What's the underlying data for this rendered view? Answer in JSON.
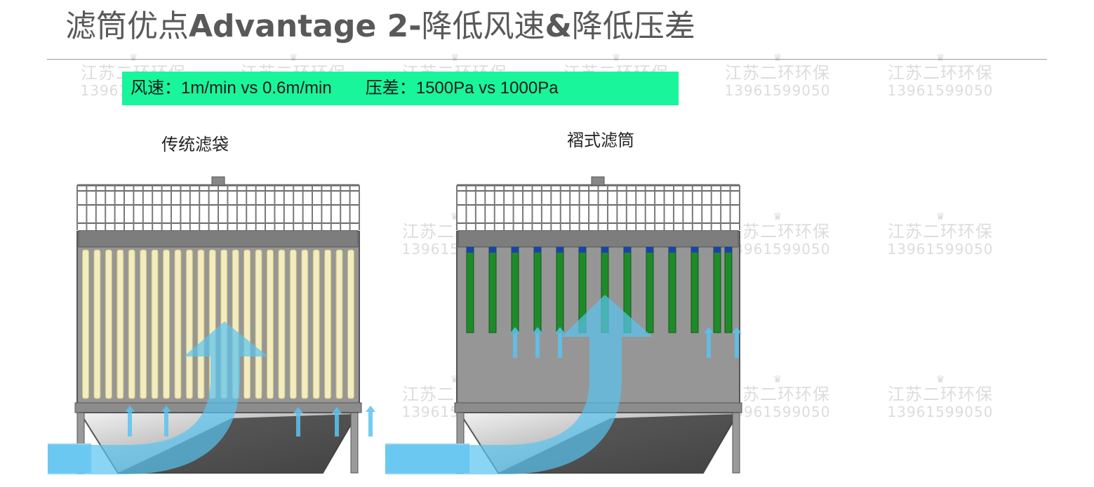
{
  "title": {
    "prefix": "滤筒优点",
    "bold": "Advantage 2-",
    "suffix": "降低风速",
    "amp": "&",
    "suffix2": "降低压差"
  },
  "banner": {
    "wind": "风速：1m/min vs 0.6m/min",
    "pressure": "压差：1500Pa vs 1000Pa",
    "color": "#19f59a"
  },
  "labels": {
    "left": "传统滤袋",
    "right": "褶式滤筒"
  },
  "watermark": {
    "name": "江苏二环环保",
    "phone": "13961599050",
    "icon": "crown-icon"
  },
  "colors": {
    "bag": "#f3ecbe",
    "cartridge": "#1f8a2a",
    "airflow": "#5ac3f0",
    "housing": "#8c8c8c"
  }
}
